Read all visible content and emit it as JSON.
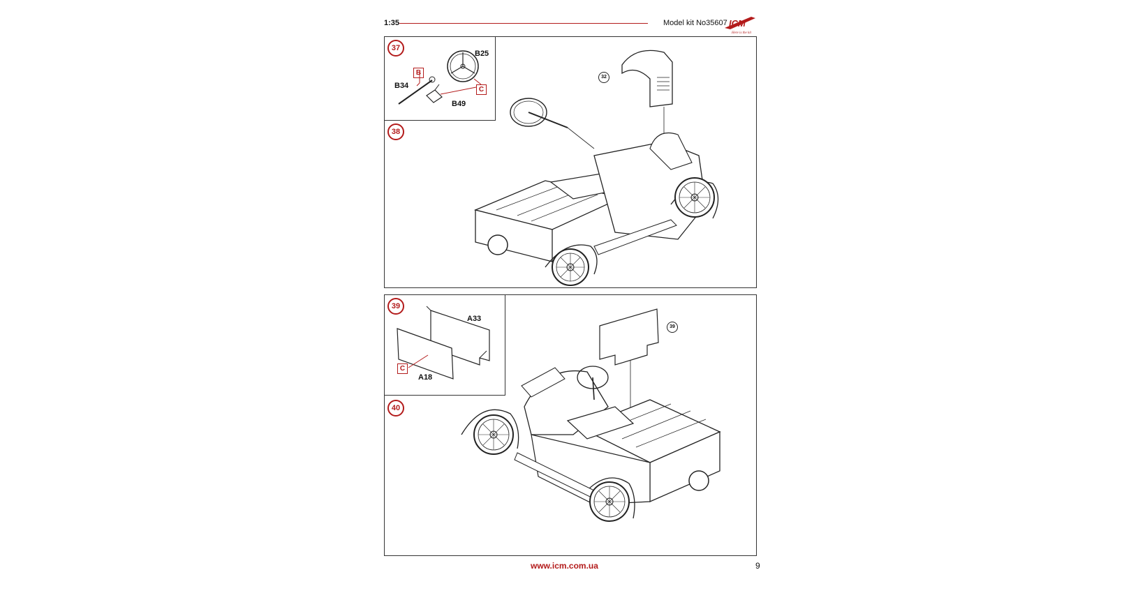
{
  "header": {
    "scale": "1:35",
    "kit": "Model kit No35607",
    "logo_text": "ICM",
    "logo_tagline": "Here is the kit"
  },
  "steps": [
    {
      "number": "37",
      "parts": [
        "B25",
        "B34",
        "B49"
      ],
      "glue_marks": [
        "B",
        "C"
      ]
    },
    {
      "number": "38",
      "ref": "32"
    },
    {
      "number": "39",
      "parts": [
        "A33",
        "A18"
      ],
      "glue_marks": [
        "C"
      ]
    },
    {
      "number": "40",
      "ref": "39"
    }
  ],
  "footer": {
    "url": "www.icm.com.ua",
    "page_number": "9"
  },
  "colors": {
    "accent_red": "#b31b1b",
    "line": "#333333"
  },
  "icons": [
    "icm-logo-icon",
    "steering-wheel-icon",
    "car-body-icon",
    "panel-icon"
  ]
}
